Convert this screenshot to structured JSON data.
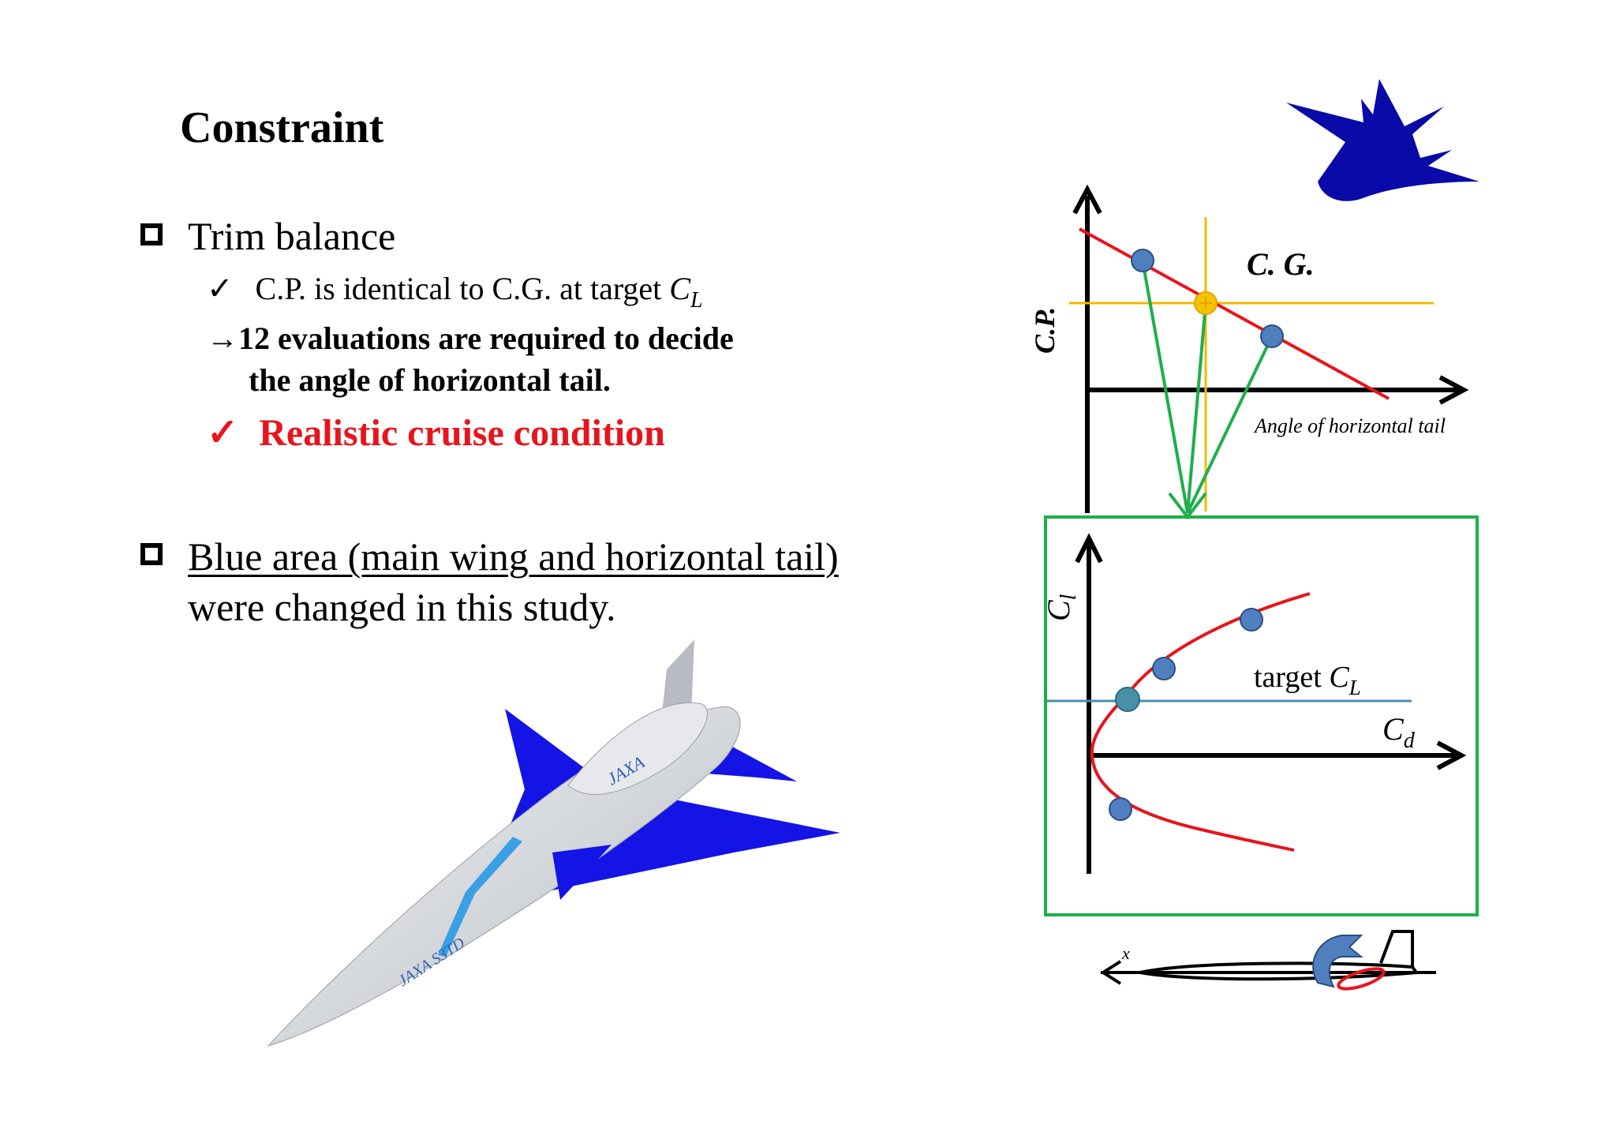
{
  "slide": {
    "title": "Constraint"
  },
  "bullets": {
    "trim": {
      "label": "Trim balance",
      "check1_prefix": "C.P. is identical to C.G. at target ",
      "check1_var": "C",
      "check1_sub": "L",
      "arrow_line1": "→12 evaluations are required to decide",
      "arrow_line2": "the angle of horizontal tail.",
      "check2": "Realistic cruise condition",
      "checkmark": "✓"
    },
    "blue": {
      "underlined": "Blue area (main wing and horizontal tail)",
      "rest": "were changed in this study."
    }
  },
  "diagram_top": {
    "ylabel": "C.P.",
    "cg_label": "C. G.",
    "xlabel": "Angle of horizontal tail",
    "colors": {
      "line": "#e8141b",
      "cg": "#f5b800",
      "points": "#4f7fbf",
      "arrows": "#1fae4b"
    }
  },
  "diagram_bottom": {
    "ylabel_var": "C",
    "ylabel_sub": "l",
    "target_prefix": "target ",
    "target_var": "C",
    "target_sub": "L",
    "xlabel_var": "C",
    "xlabel_sub": "d",
    "colors": {
      "curve": "#e8141b",
      "target_line": "#4a8fa8",
      "box": "#1fae4b"
    }
  },
  "side_view": {
    "x_label": "x"
  },
  "aircraft_render": {
    "logo1": "JAXA",
    "logo2": "JAXA S3TD",
    "wing_color": "#1414e6",
    "body_color": "#d9dce0"
  }
}
